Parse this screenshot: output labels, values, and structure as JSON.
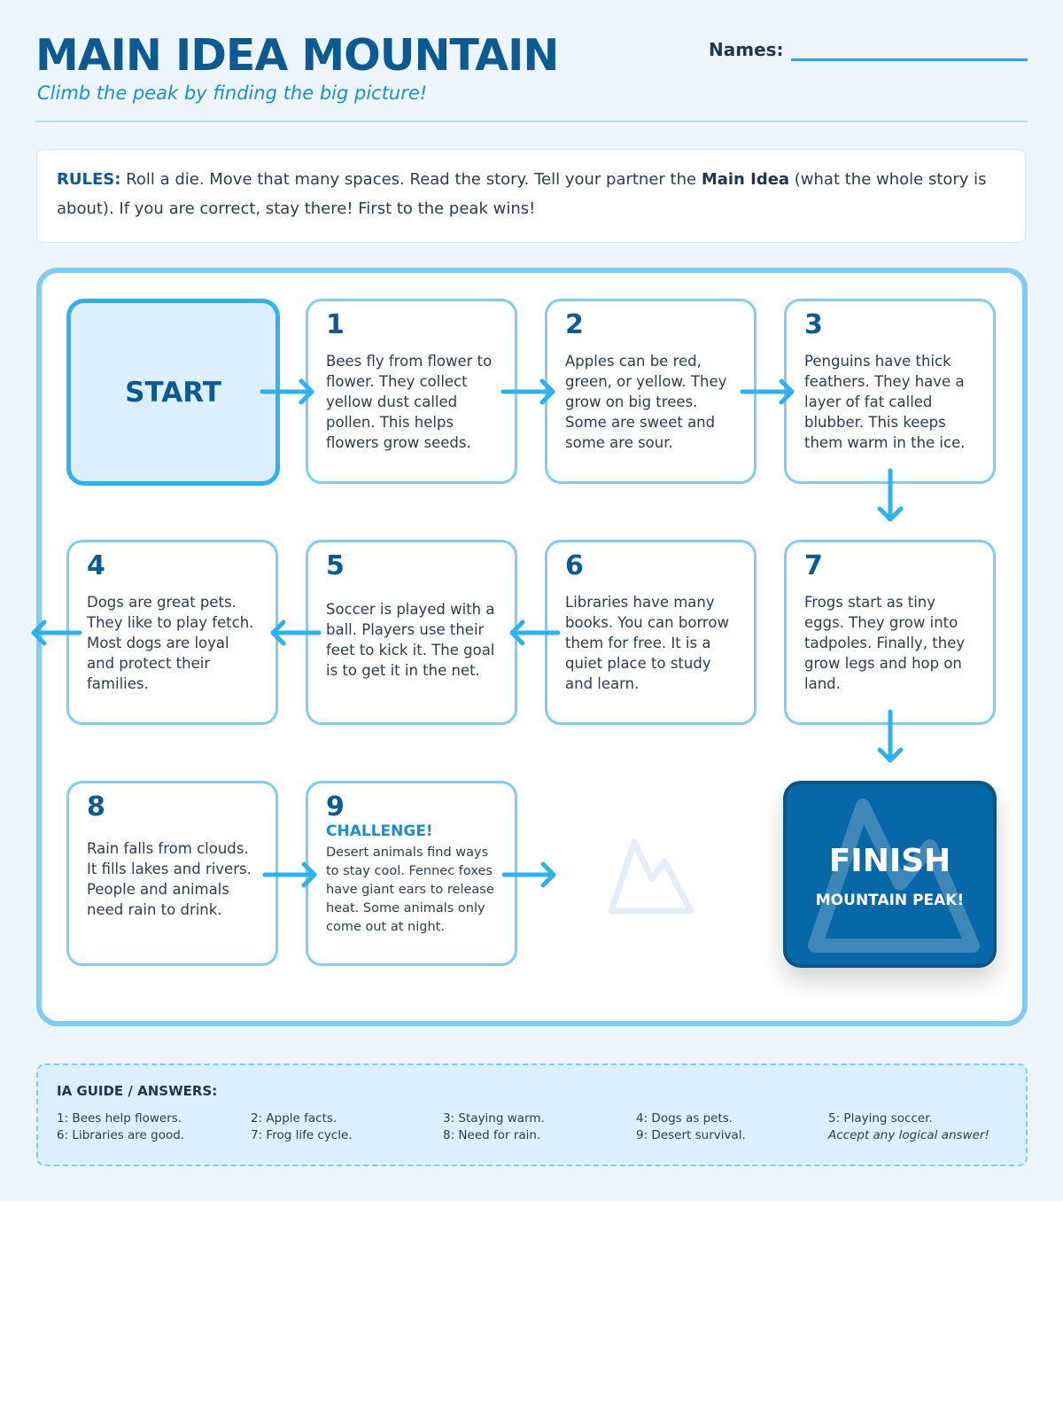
{
  "header": {
    "title": "MAIN IDEA MOUNTAIN",
    "subtitle": "Climb the peak by finding the big picture!",
    "names_label": "Names:"
  },
  "rules": {
    "label": "RULES:",
    "part1": " Roll a die. Move that many spaces. Read the story. Tell your partner the ",
    "emphasis": "Main Idea",
    "part2": " (what the whole story is about). If you are correct, stay there! First to the peak wins!"
  },
  "board": {
    "start_label": "START",
    "spaces": [
      {
        "number": "1",
        "text": "Bees fly from flower to flower. They collect yellow dust called pollen. This helps flowers grow seeds."
      },
      {
        "number": "2",
        "text": "Apples can be red, green, or yellow. They grow on big trees. Some are sweet and some are sour."
      },
      {
        "number": "3",
        "text": "Penguins have thick feathers. They have a layer of fat called blubber. This keeps them warm in the ice."
      },
      {
        "number": "4",
        "text": "Dogs are great pets. They like to play fetch. Most dogs are loyal and protect their families."
      },
      {
        "number": "5",
        "text": "Soccer is played with a ball. Players use their feet to kick it. The goal is to get it in the net."
      },
      {
        "number": "6",
        "text": "Libraries have many books. You can borrow them for free. It is a quiet place to study and learn."
      },
      {
        "number": "7",
        "text": "Frogs start as tiny eggs. They grow into tadpoles. Finally, they grow legs and hop on land."
      },
      {
        "number": "8",
        "text": "Rain falls from clouds. It fills lakes and rivers. People and animals need rain to drink."
      },
      {
        "number": "9",
        "challenge_label": "CHALLENGE!",
        "text": "Desert animals find ways to stay cool. Fennec foxes have giant ears to release heat. Some animals only come out at night."
      }
    ],
    "finish_title": "FINISH",
    "finish_subtitle": "MOUNTAIN PEAK!"
  },
  "guide": {
    "title": "IA GUIDE / ANSWERS:",
    "answers": [
      "1: Bees help flowers.",
      "2: Apple facts.",
      "3: Staying warm.",
      "4: Dogs as pets.",
      "5: Playing soccer.",
      "6: Libraries are good.",
      "7: Frog life cycle.",
      "8: Need for rain.",
      "9: Desert survival."
    ],
    "note": "Accept any logical answer!"
  },
  "colors": {
    "accent": "#0b5a93",
    "light_blue": "#7fcdf4",
    "arrow": "#2eb1ef",
    "finish_bg": "#0867a6"
  },
  "icons": [
    "arrow-right-icon",
    "arrow-down-icon",
    "arrow-left-icon",
    "mountain-icon"
  ]
}
